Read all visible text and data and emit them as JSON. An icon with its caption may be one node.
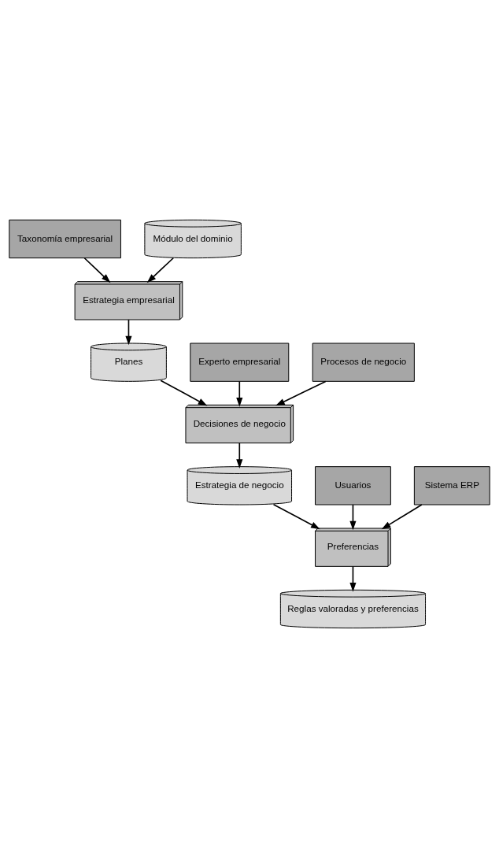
{
  "diagram": {
    "nodes": [
      {
        "text": [
          "Taxonomía empresarial"
        ]
      },
      {
        "text": [
          "Módulo del dominio"
        ]
      },
      {
        "text": [
          "Estrategia empresarial"
        ]
      },
      {
        "text": [
          "Experto empresarial"
        ]
      },
      {
        "text": [
          "Planes"
        ]
      },
      {
        "text": [
          "Procesos de negocio"
        ]
      },
      {
        "text": [
          "Decisiones de negocio"
        ]
      },
      {
        "text": [
          "Usuarios"
        ]
      },
      {
        "text": [
          "Estrategia de negocio"
        ]
      },
      {
        "text": [
          "Sistema ERP"
        ]
      },
      {
        "text": [
          "Preferencias"
        ]
      },
      {
        "text": [
          "Reglas valoradas y preferencias"
        ]
      }
    ],
    "edges": [
      {
        "from": 0,
        "to": 2,
        "arrow": "to"
      },
      {
        "from": 1,
        "to": 2,
        "arrow": "to"
      },
      {
        "from": 2,
        "to": 4,
        "arrow": "to"
      },
      {
        "from": 4,
        "to": 6,
        "arrow": "to"
      },
      {
        "from": 3,
        "to": 6,
        "arrow": "to"
      },
      {
        "from": 5,
        "to": 6,
        "arrow": "to"
      },
      {
        "from": 6,
        "to": 8,
        "arrow": "to"
      },
      {
        "from": 8,
        "to": 10,
        "arrow": "to"
      },
      {
        "from": 7,
        "to": 10,
        "arrow": "to"
      },
      {
        "from": 9,
        "to": 10,
        "arrow": "to"
      },
      {
        "from": 10,
        "to": 11,
        "arrow": "to"
      }
    ]
  }
}
